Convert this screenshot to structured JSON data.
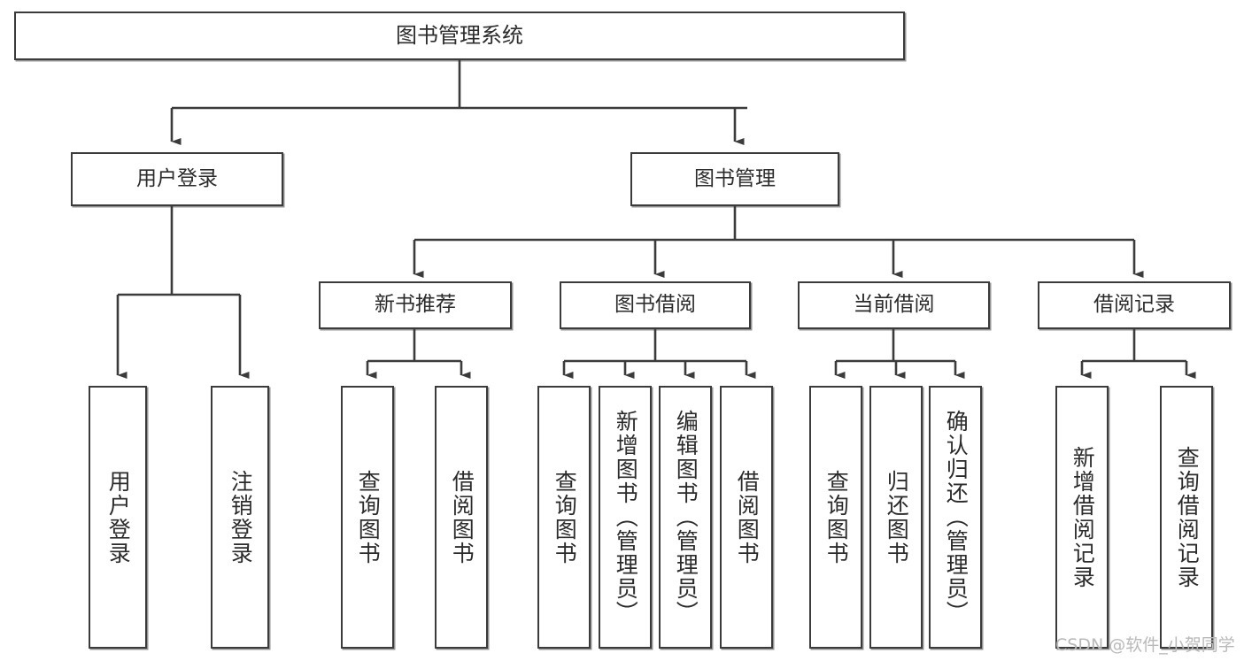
{
  "diagram": {
    "type": "tree-hierarchy",
    "title": "图书管理系统",
    "root": {
      "label": "图书管理系统"
    },
    "level2": [
      {
        "label": "用户登录"
      },
      {
        "label": "图书管理"
      }
    ],
    "level3": [
      {
        "label": "新书推荐"
      },
      {
        "label": "图书借阅"
      },
      {
        "label": "当前借阅"
      },
      {
        "label": "借阅记录"
      }
    ],
    "leaves": {
      "user_login": [
        {
          "label": "用户登录"
        },
        {
          "label": "注销登录"
        }
      ],
      "new_book_recommend": [
        {
          "label": "查询图书"
        },
        {
          "label": "借阅图书"
        }
      ],
      "book_borrow": [
        {
          "label": "查询图书"
        },
        {
          "label": "新增图书（管理员）"
        },
        {
          "label": "编辑图书（管理员）"
        },
        {
          "label": "借阅图书"
        }
      ],
      "current_borrow": [
        {
          "label": "查询图书"
        },
        {
          "label": "归还图书"
        },
        {
          "label": "确认归还（管理员）"
        }
      ],
      "borrow_record": [
        {
          "label": "新增借阅记录"
        },
        {
          "label": "查询借阅记录"
        }
      ]
    }
  },
  "watermark": {
    "text": "CSDN @软件_小贺同学"
  },
  "colors": {
    "stroke": "#3b3b3b",
    "text": "#2b2b2b",
    "background": "#ffffff",
    "watermark": "#b9b9b9"
  }
}
